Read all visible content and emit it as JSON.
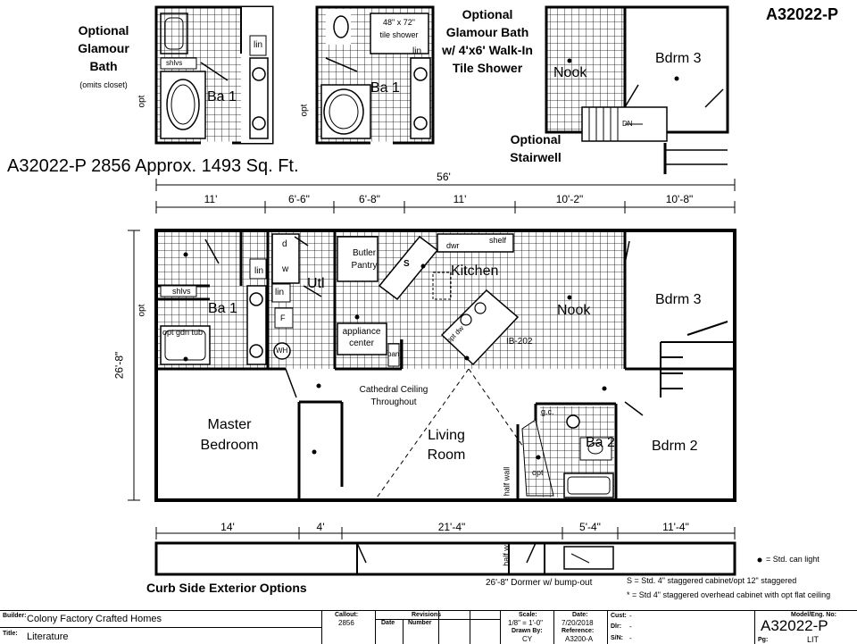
{
  "model": "A32022-P",
  "headline": "A32022-P 2856  Approx. 1493 Sq. Ft.",
  "insets": {
    "glamour_bath": {
      "title": [
        "Optional",
        "Glamour",
        "Bath"
      ],
      "note": "(omits closet)",
      "labels": {
        "ba": "Ba 1",
        "lin": "lin",
        "shlvs": "shlvs",
        "opt": "opt"
      }
    },
    "walk_in_shower": {
      "title": [
        "Optional",
        "Glamour Bath",
        "w/ 4'x6' Walk-In",
        "Tile Shower"
      ],
      "shower": [
        "48\" x 72\"",
        "tile shower"
      ],
      "labels": {
        "ba": "Ba 1",
        "lin": "lin",
        "opt": "opt"
      }
    },
    "stairwell": {
      "title": [
        "Optional",
        "Stairwell"
      ],
      "nook": "Nook",
      "bdrm": "Bdrm 3",
      "dn": "DN"
    }
  },
  "overall_dimension": "56'",
  "top_dimensions": [
    "11'",
    "6'-6\"",
    "6'-8\"",
    "11'",
    "10'-2\"",
    "10'-8\""
  ],
  "bottom_dimensions": [
    "14'",
    "4'",
    "21'-4\"",
    "5'-4\"",
    "11'-4\""
  ],
  "depth_dimension": "26'-8\"",
  "rooms": {
    "ba1": "Ba 1",
    "lin1": "lin",
    "lin2": "lin",
    "lin3": "lin",
    "shlvs": "shlvs",
    "opt_left": "opt",
    "opt_gdn_tub": "opt gdn tub",
    "d": "d",
    "w": "w",
    "util": "Utl",
    "f": "F",
    "wh": "WH",
    "butler": [
      "Butler",
      "Pantry"
    ],
    "appliance": [
      "appliance",
      "center"
    ],
    "pan": "pan",
    "kitchen": "Kitchen",
    "dwr": "dwr",
    "shelf": "shelf",
    "s": "S",
    "opt_dw": "opt dw",
    "nook": "Nook",
    "beam": "IB-202",
    "bdrm3": "Bdrm 3",
    "bdrm2": "Bdrm 2",
    "master": [
      "Master",
      "Bedroom"
    ],
    "living": [
      "Living",
      "Room"
    ],
    "cathedral": [
      "Cathedral Ceiling",
      "Throughout"
    ],
    "ba2": "Ba 2",
    "gc": "g.c.",
    "opt_ba2": "opt",
    "half_wall": "half wall",
    "half_w": "half w"
  },
  "exterior": {
    "title": "Curb Side Exterior Options",
    "dormer": "26'-8\" Dormer w/ bump-out"
  },
  "legend": {
    "can_light": "= Std. can light",
    "s_note": "S = Std. 4\" staggered cabinet/opt 12\" staggered",
    "star_note": "* = Std 4\" staggered overhead cabinet with opt flat ceiling"
  },
  "title_block": {
    "builder_label": "Builder:",
    "builder": "Colony Factory Crafted Homes",
    "title_label": "Title:",
    "title": "Literature",
    "callout_label": "Callout:",
    "callout": "2856",
    "revisions_label": "Revisions",
    "date_label": "Date",
    "number_label": "Number",
    "scale_label": "Scale:",
    "scale": "1/8\" = 1'-0\"",
    "date2_label": "Date:",
    "date": "7/20/2018",
    "drawn_label": "Drawn By:",
    "drawn": "CY",
    "ref_label": "Reference:",
    "ref": "A3200-A",
    "cust_label": "Cust:",
    "cust": "-",
    "dlr_label": "Dlr:",
    "dlr": "-",
    "sn_label": "S/N:",
    "sn": "-",
    "model_label": "Model/Eng. No:",
    "model_no": "A32022-P",
    "pg_label": "Pg:",
    "pg": "LIT"
  }
}
